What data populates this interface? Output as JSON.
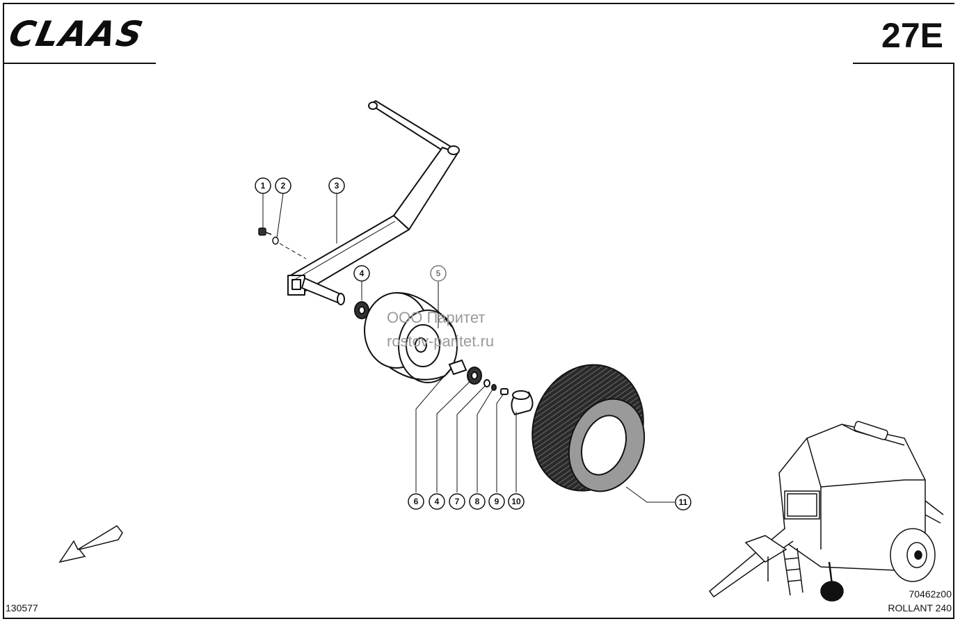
{
  "header": {
    "brand": "CLAAS",
    "page_code": "27E"
  },
  "footer": {
    "drawing_number": "130577",
    "illustration_code": "70462z00",
    "model": "ROLLANT 240"
  },
  "watermark": {
    "line1": "ООО Паритет",
    "line2": "rostov-paritet.ru"
  },
  "callouts": [
    "1",
    "2",
    "3",
    "4",
    "5",
    "6",
    "4",
    "7",
    "8",
    "9",
    "10",
    "11"
  ]
}
